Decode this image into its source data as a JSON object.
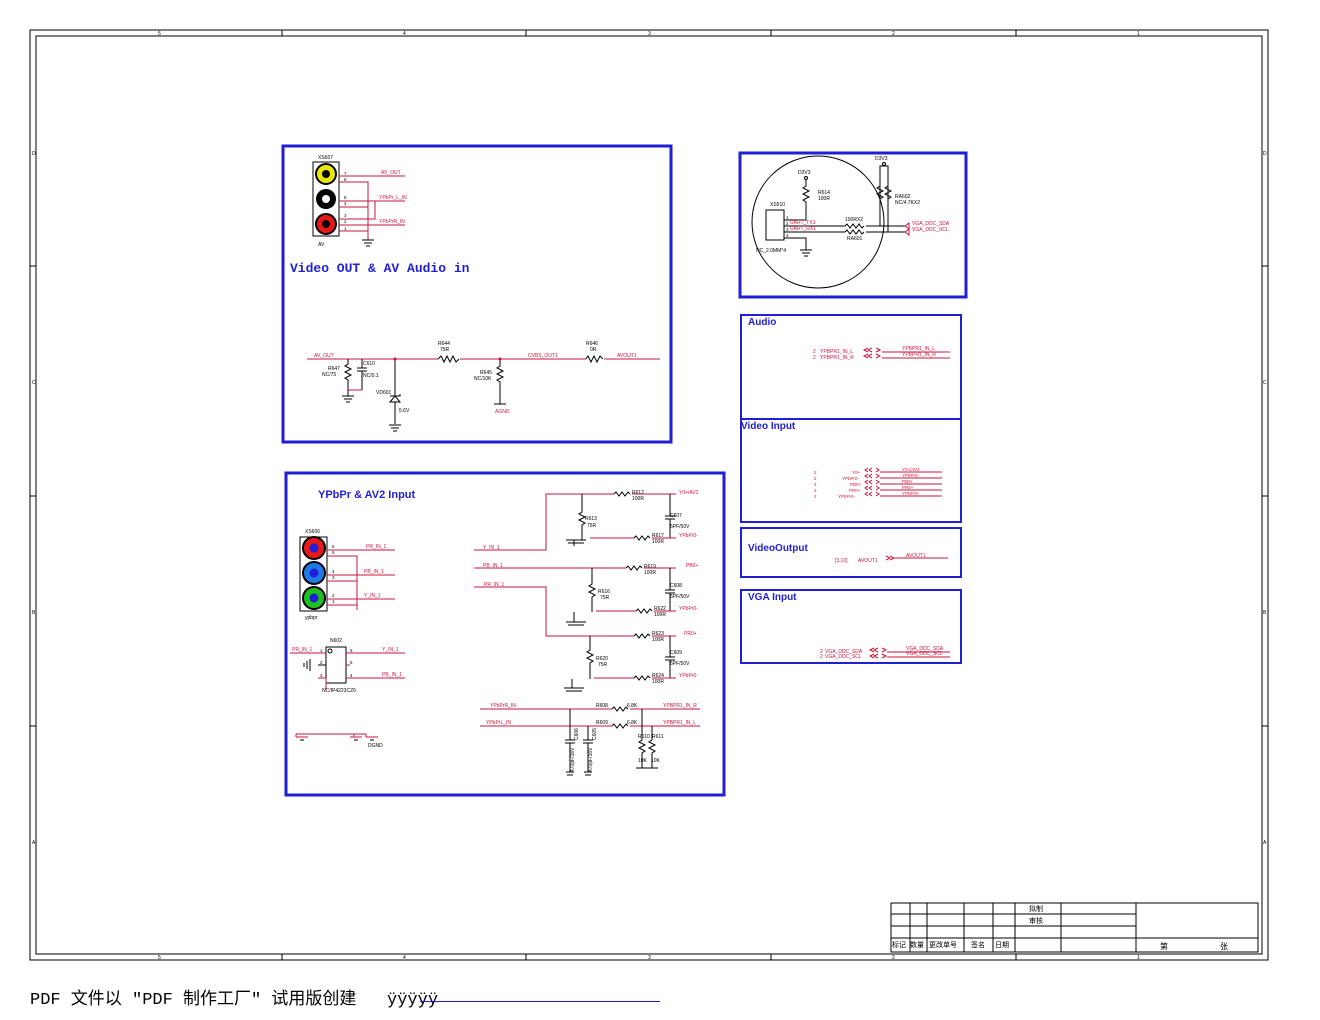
{
  "frame": {
    "col_markers": [
      "5",
      "4",
      "3",
      "2",
      "1"
    ],
    "row_markers": [
      "D",
      "C",
      "B",
      "A"
    ]
  },
  "blocks": {
    "video_out": {
      "title": "Video OUT & AV Audio in",
      "connector": "XS607",
      "connector_label": "AV",
      "pins": [
        "7",
        "6",
        "5",
        "4",
        "3",
        "2",
        "1"
      ],
      "nets": [
        "AV_OUT",
        "YPbPr_L_IN",
        "YPbPrR_IN"
      ],
      "row_nets": [
        "AV_OUT",
        "CVBS_OUT1",
        "AVOUT1"
      ],
      "r644": "R644",
      "r644_v": "75R",
      "r646": "R646",
      "r646_v": "0R",
      "r647": "R647",
      "r647_v": "NC/75",
      "c610": "C610",
      "c610_v": "NC/0.1",
      "r645": "R645",
      "r645_v": "NC/10K",
      "vd601": "VD601",
      "vd601_v": "5.6V",
      "agnd": "AGND"
    },
    "uart": {
      "conn": "XS510",
      "conn_label": "NC_2.0MM*4",
      "pins": [
        "1",
        "2",
        "3",
        "4"
      ],
      "d3v3_a": "D3V3",
      "d3v3_b": "D3V3",
      "r614": "R614",
      "r614_v": "100R",
      "ra602": "RA602",
      "ra602_v": "NC/4.7KX2",
      "ra601": "RA601",
      "ra601_v": "100RX2",
      "nets": [
        "UART_TX1",
        "UART_RX1"
      ],
      "ports": [
        "VGA_DDC_SDA",
        "VGA_DDC_SCL"
      ]
    },
    "audio": {
      "title": "Audio",
      "sig": [
        "YPBPR1_IN_L",
        "YPBPR1_IN_R"
      ],
      "out": [
        "YPBPR1_IN_L",
        "YPBPR1_IN_R"
      ],
      "num": "2"
    },
    "video_input": {
      "title": "Video Input",
      "sig": [
        "Y0+",
        "YPbPr0-",
        "PB0+",
        "PR0+",
        "YPbPr0-"
      ],
      "out": [
        "Y0+/AV2",
        "YPbPr0-",
        "PB0+",
        "PR0+",
        "YPbPr0-"
      ],
      "num": "2"
    },
    "video_output": {
      "title": "VideoOutput",
      "ref": "[3,10]",
      "sig": "AVOUT1",
      "out": "AVOUT1"
    },
    "vga_input": {
      "title": "VGA Input",
      "sig": [
        "VGA_DDC_SDA",
        "VGA_DDC_SCL"
      ],
      "out": [
        "VGA_DDC_SDA",
        "VGA_DDC_SCL"
      ],
      "num": "2"
    },
    "ypbpr": {
      "title": "YPbPr & AV2 Input",
      "conn": "XS606",
      "conn_label": "ypbpr",
      "pins": [
        "6",
        "5",
        "4",
        "3",
        "2",
        "1"
      ],
      "conn_nets": [
        "PR_IN_1",
        "PB_IN_1",
        "Y_IN_1"
      ],
      "n602": "N602",
      "n602_part": "NC/IP4223CZ6",
      "n602_pins": [
        "1",
        "2",
        "3",
        "6",
        "5",
        "4"
      ],
      "n602_nets": [
        "PR_IN_1",
        "Y_IN_1",
        "PB_IN_1"
      ],
      "dgnd": "DGND",
      "in_nets": [
        "Y_IN_1",
        "PB_IN_1",
        "PR_IN_1"
      ],
      "res": [
        {
          "ref": "R612",
          "v": "100R"
        },
        {
          "ref": "R613",
          "v": "75R"
        },
        {
          "ref": "R617",
          "v": "100R"
        },
        {
          "ref": "R619",
          "v": "100R"
        },
        {
          "ref": "R616",
          "v": "75R"
        },
        {
          "ref": "R622",
          "v": "100R"
        },
        {
          "ref": "R623",
          "v": "100R"
        },
        {
          "ref": "R620",
          "v": "75R"
        },
        {
          "ref": "R624",
          "v": "100R"
        },
        {
          "ref": "R608",
          "v": "6.8K"
        },
        {
          "ref": "R609",
          "v": "6.8K"
        },
        {
          "ref": "R610",
          "v": "10K"
        },
        {
          "ref": "R611",
          "v": "10K"
        }
      ],
      "caps": [
        {
          "ref": "C607",
          "v": "5PF/50V"
        },
        {
          "ref": "C608",
          "v": "5PF/50V"
        },
        {
          "ref": "C609",
          "v": "5PF/50V"
        },
        {
          "ref": "C606",
          "v": "470pF/16V"
        },
        {
          "ref": "C605",
          "v": "470pF/16V"
        }
      ],
      "out_nets": [
        "Y0+/AV2",
        "YPbPr0-",
        "PB0+",
        "YPbPr0-",
        "PR0+",
        "YPbPr0-"
      ],
      "audio_in": [
        "YPbPrR_IN",
        "YPbPrL_IN"
      ],
      "audio_out": [
        "YPBPR1_IN_R",
        "YPBPR1_IN_L"
      ]
    }
  },
  "title_block": {
    "draw": "拟制",
    "check": "审核",
    "headers": [
      "标记",
      "数量",
      "更改单号",
      "签名",
      "日期"
    ],
    "sheet": "第",
    "sheets": "张"
  },
  "footer": {
    "text": "PDF 文件以 \"PDF 制作工厂\" 试用版创建",
    "link": "ÿÿÿÿÿ"
  }
}
